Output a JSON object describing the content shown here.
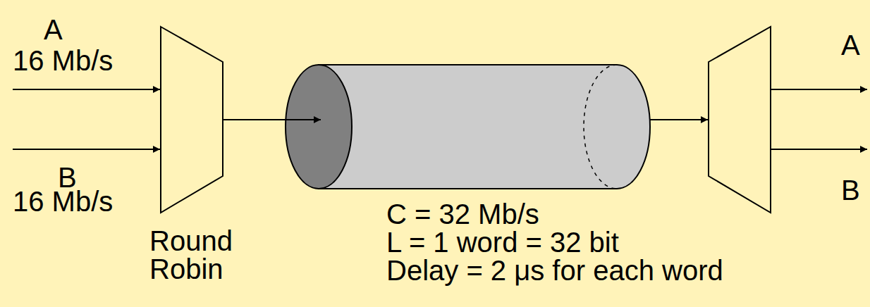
{
  "diagram": {
    "nodes": [
      {
        "text": [
          "Round Robin"
        ]
      },
      {
        "text": [
          "C = 32 Mb/s",
          "L = 1 word = 32 bit",
          "Delay = 2 μs for each word"
        ]
      }
    ],
    "edges": [
      {
        "from": 0,
        "to": 1,
        "arrow": "to"
      }
    ],
    "labels": [
      "A",
      "16 Mb/s",
      "B",
      "16 Mb/s",
      "A",
      "B"
    ]
  }
}
